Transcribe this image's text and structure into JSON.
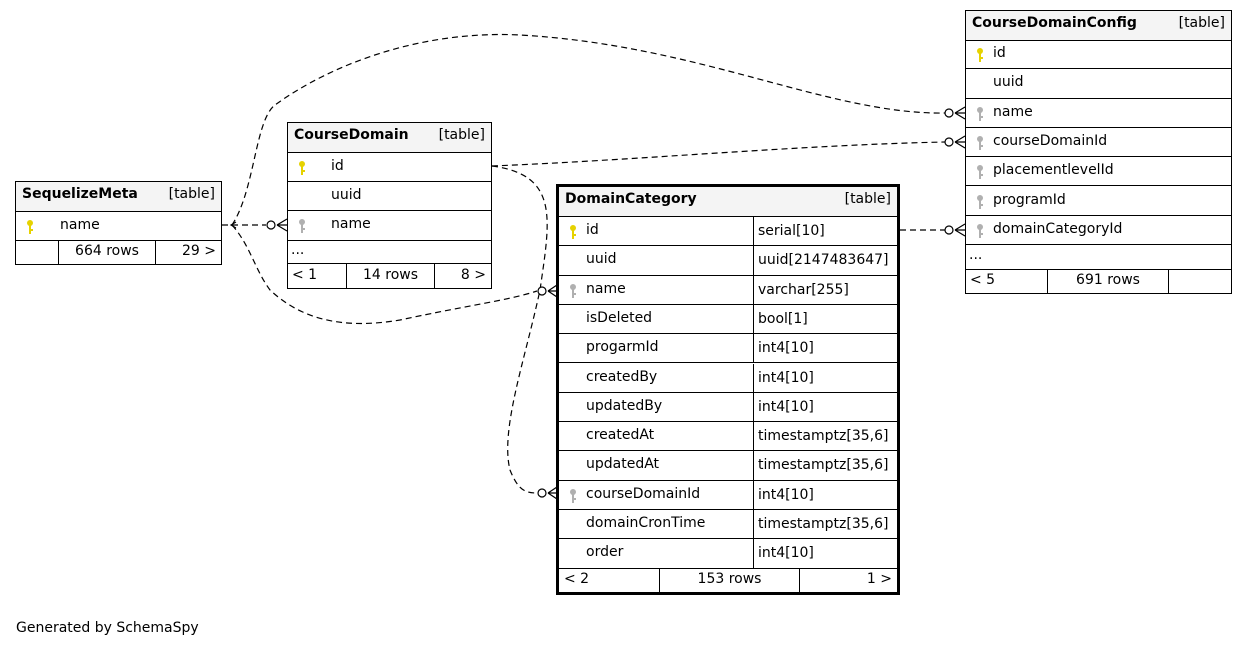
{
  "tables": {
    "sequelize_meta": {
      "name": "SequelizeMeta",
      "type": "[table]",
      "columns": [
        {
          "name": "name",
          "key": "primary"
        }
      ],
      "footer": {
        "left": "",
        "rows": "664 rows",
        "right": "29 >"
      }
    },
    "course_domain": {
      "name": "CourseDomain",
      "type": "[table]",
      "columns": [
        {
          "name": "id",
          "key": "primary"
        },
        {
          "name": "uuid",
          "key": "none"
        },
        {
          "name": "name",
          "key": "index"
        }
      ],
      "more": "...",
      "footer": {
        "left": "< 1",
        "rows": "14 rows",
        "right": "8 >"
      }
    },
    "domain_category": {
      "name": "DomainCategory",
      "type": "[table]",
      "columns": [
        {
          "name": "id",
          "type": "serial[10]",
          "key": "primary"
        },
        {
          "name": "uuid",
          "type": "uuid[2147483647]",
          "key": "none"
        },
        {
          "name": "name",
          "type": "varchar[255]",
          "key": "index"
        },
        {
          "name": "isDeleted",
          "type": "bool[1]",
          "key": "none"
        },
        {
          "name": "progarmId",
          "type": "int4[10]",
          "key": "none"
        },
        {
          "name": "createdBy",
          "type": "int4[10]",
          "key": "none"
        },
        {
          "name": "updatedBy",
          "type": "int4[10]",
          "key": "none"
        },
        {
          "name": "createdAt",
          "type": "timestamptz[35,6]",
          "key": "none"
        },
        {
          "name": "updatedAt",
          "type": "timestamptz[35,6]",
          "key": "none"
        },
        {
          "name": "courseDomainId",
          "type": "int4[10]",
          "key": "index"
        },
        {
          "name": "domainCronTime",
          "type": "timestamptz[35,6]",
          "key": "none"
        },
        {
          "name": "order",
          "type": "int4[10]",
          "key": "none"
        }
      ],
      "footer": {
        "left": "< 2",
        "rows": "153 rows",
        "right": "1 >"
      }
    },
    "course_domain_config": {
      "name": "CourseDomainConfig",
      "type": "[table]",
      "columns": [
        {
          "name": "id",
          "key": "primary"
        },
        {
          "name": "uuid",
          "key": "none"
        },
        {
          "name": "name",
          "key": "index"
        },
        {
          "name": "courseDomainId",
          "key": "index"
        },
        {
          "name": "placementlevelId",
          "key": "index"
        },
        {
          "name": "programId",
          "key": "index"
        },
        {
          "name": "domainCategoryId",
          "key": "index"
        }
      ],
      "more": "...",
      "footer": {
        "left": "< 5",
        "rows": "691 rows",
        "right": ""
      }
    }
  },
  "footer_text": "Generated by SchemaSpy",
  "colors": {
    "primary_key": "#e6d200",
    "index_key": "#b0b0b0",
    "header_bg": "#f4f4f4"
  }
}
